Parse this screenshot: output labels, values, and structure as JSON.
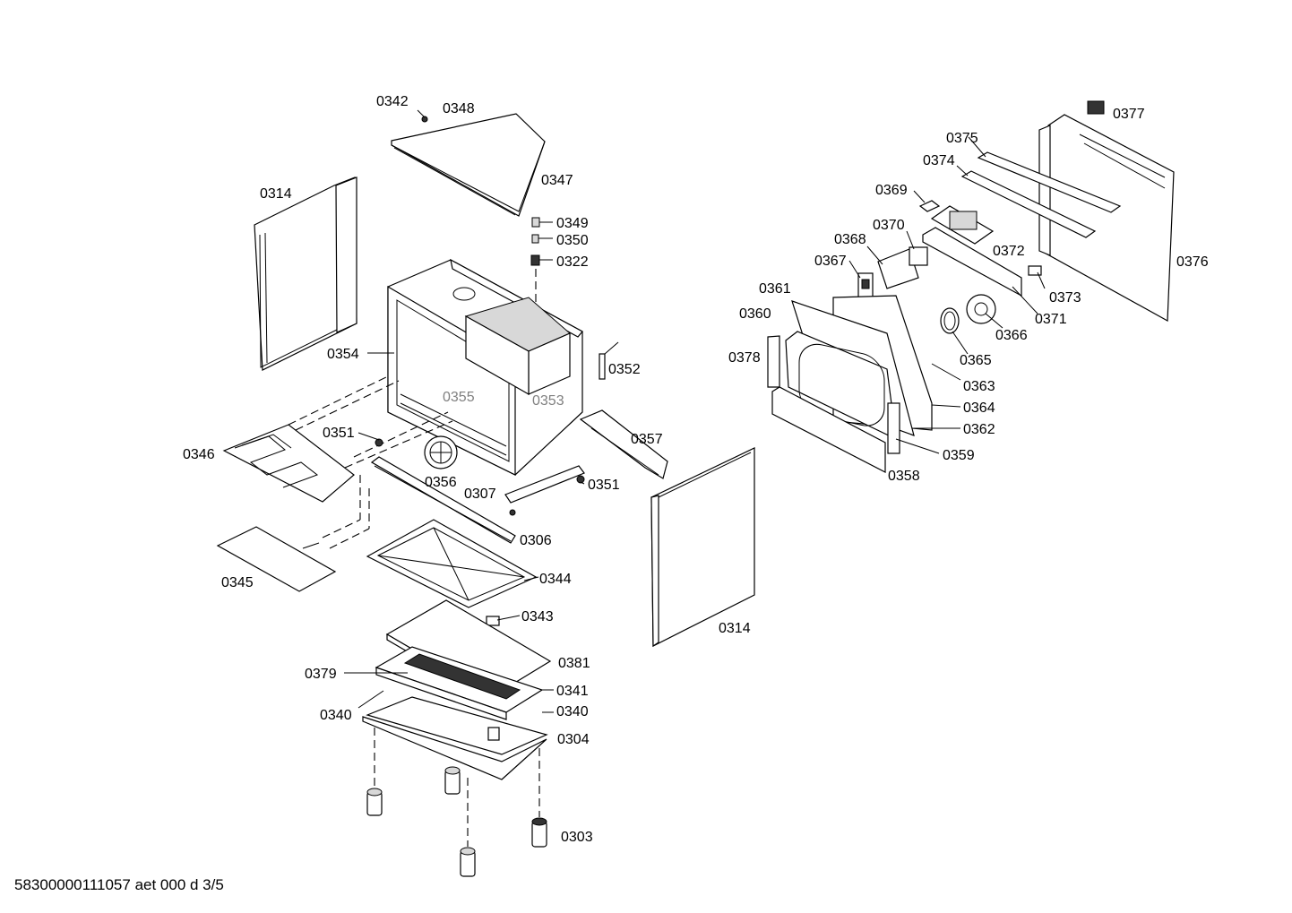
{
  "document_id": "58300000111057 aet 000 d 3/5",
  "labels": {
    "p0342": "0342",
    "p0348": "0348",
    "p0347": "0347",
    "p0314a": "0314",
    "p0314b": "0314",
    "p0349": "0349",
    "p0350": "0350",
    "p0322": "0322",
    "p0354": "0354",
    "p0352": "0352",
    "p0355": "0355",
    "p0353": "0353",
    "p0351a": "0351",
    "p0351b": "0351",
    "p0346": "0346",
    "p0357": "0357",
    "p0356": "0356",
    "p0307": "0307",
    "p0306": "0306",
    "p0345": "0345",
    "p0344": "0344",
    "p0343": "0343",
    "p0381": "0381",
    "p0379": "0379",
    "p0341": "0341",
    "p0340a": "0340",
    "p0340b": "0340",
    "p0304": "0304",
    "p0303": "0303",
    "p0377": "0377",
    "p0375": "0375",
    "p0374": "0374",
    "p0369": "0369",
    "p0370": "0370",
    "p0368": "0368",
    "p0367": "0367",
    "p0372": "0372",
    "p0376": "0376",
    "p0361": "0361",
    "p0360": "0360",
    "p0373": "0373",
    "p0371": "0371",
    "p0366": "0366",
    "p0378": "0378",
    "p0365": "0365",
    "p0363": "0363",
    "p0364": "0364",
    "p0362": "0362",
    "p0359": "0359",
    "p0358": "0358"
  }
}
